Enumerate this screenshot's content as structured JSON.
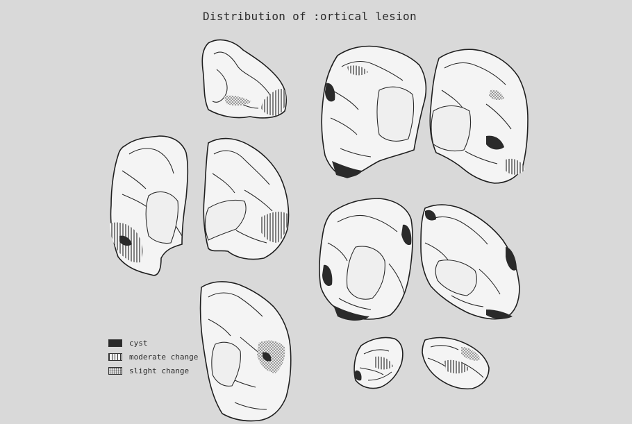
{
  "title": "Distribution of :ortical lesion",
  "legend": [
    {
      "key": "cyst",
      "label": "cyst",
      "pattern": "solid",
      "color": "#2a2a2a"
    },
    {
      "key": "moderate",
      "label": "moderate change",
      "pattern": "hatch",
      "color": "#333333"
    },
    {
      "key": "slight",
      "label": "slight change",
      "pattern": "dots",
      "color": "#555555"
    }
  ],
  "colors": {
    "background": "#d9d9d9",
    "ink": "#1f1f1f",
    "tissue": "#f4f4f4"
  }
}
